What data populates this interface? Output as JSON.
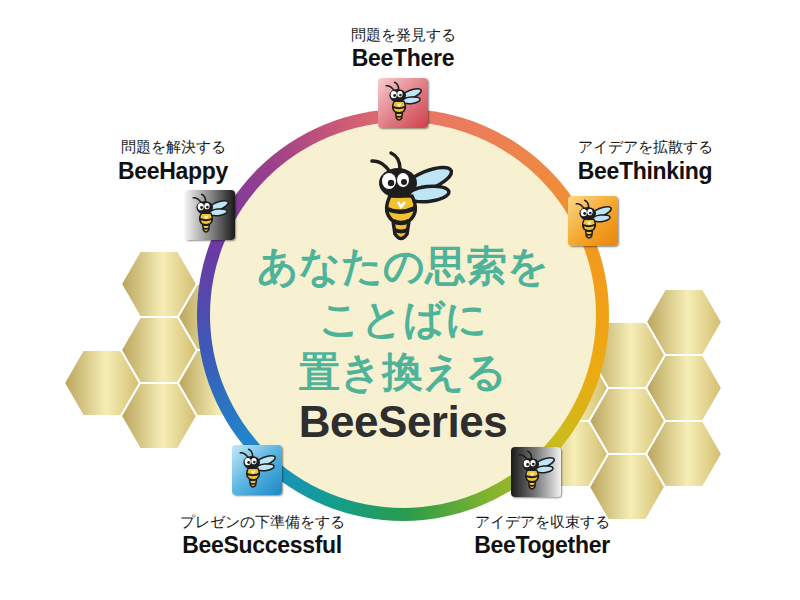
{
  "diagram": {
    "nodes": [
      {
        "text": [
          "あなたの思索を ことばに 置き換える",
          "BeeSeries"
        ]
      },
      {
        "text": [
          "問題を発見する",
          "BeeThere"
        ]
      },
      {
        "text": [
          "アイデアを拡散する",
          "BeeThinking"
        ]
      },
      {
        "text": [
          "アイデアを収束する",
          "BeeTogether"
        ]
      },
      {
        "text": [
          "プレゼンの下準備をする",
          "BeeSuccessful"
        ]
      },
      {
        "text": [
          "問題を解決する",
          "BeeHappy"
        ]
      }
    ]
  }
}
